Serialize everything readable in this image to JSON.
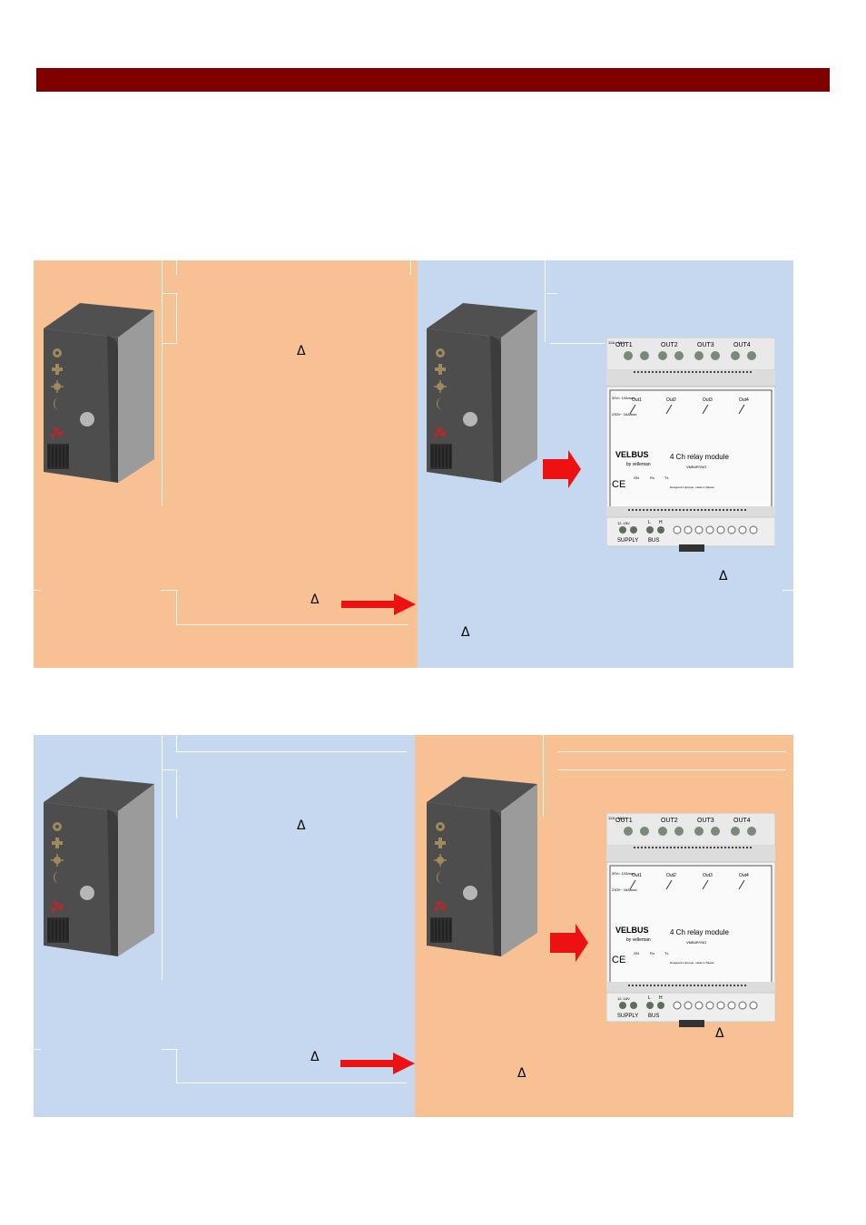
{
  "header": {
    "color": "#800000"
  },
  "colors": {
    "peach": "#f8c193",
    "blue": "#c6d8f0",
    "arrow": "#ee1111"
  },
  "symbols": {
    "delta": "Δ"
  },
  "relay_module": {
    "outputs": [
      "OUT1",
      "OUT2",
      "OUT3",
      "OUT4"
    ],
    "channels": [
      "Out1",
      "Out2",
      "Out3",
      "Out4"
    ],
    "brand": "VELBUS",
    "brand_sub": "by velleman",
    "title": "4 Ch relay module",
    "model": "VMB4RYNO",
    "leds": [
      "ON",
      "Rx",
      "Tx"
    ],
    "ce": "CE",
    "designed": "Designed in Europe, made in Taiwan",
    "rating_top": "12A~ 16A~",
    "rating_volts": "30V= 12Amax",
    "rating_ac": "230V~ 16Amax",
    "supply_volts": "12..18V",
    "bus_labels": [
      "L",
      "H"
    ],
    "supply_label": "SUPPLY",
    "bus_label": "BUS"
  },
  "sensor_icons": [
    "sun-icon",
    "plus-icon",
    "brightness-icon",
    "moon-icon",
    "fan-icon"
  ]
}
